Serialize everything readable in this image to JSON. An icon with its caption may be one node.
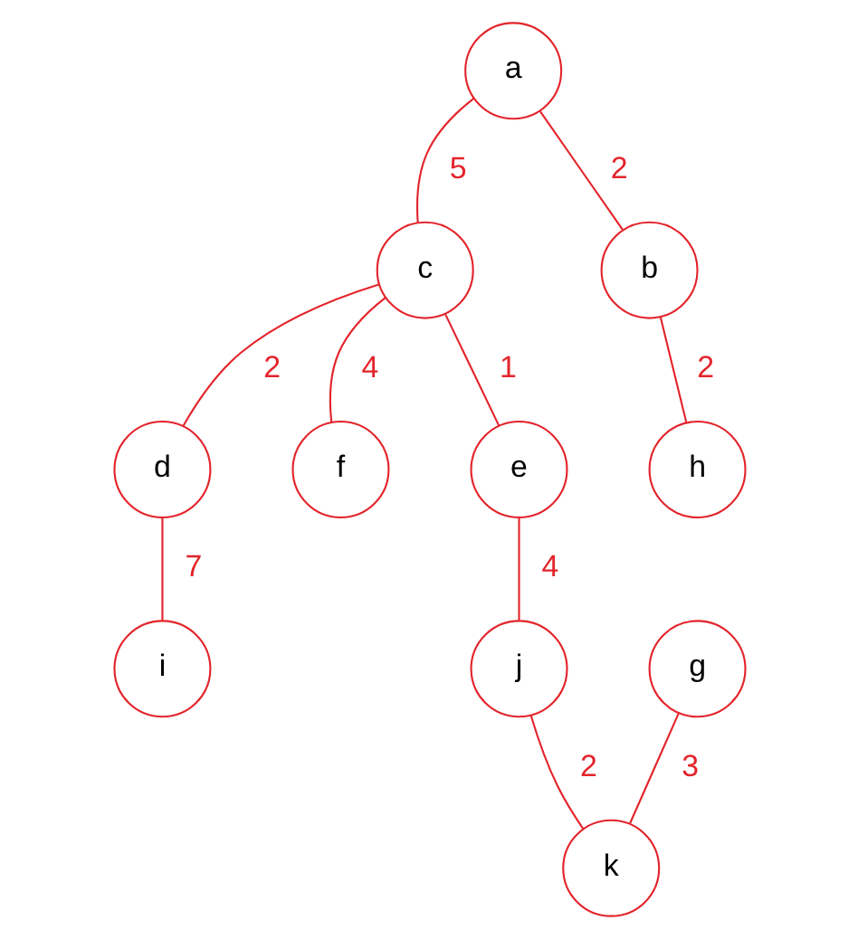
{
  "diagram": {
    "nodes": [
      {
        "text": [
          "a"
        ]
      },
      {
        "text": [
          "c"
        ]
      },
      {
        "text": [
          "b"
        ]
      },
      {
        "text": [
          "d"
        ]
      },
      {
        "text": [
          "f"
        ]
      },
      {
        "text": [
          "h"
        ]
      },
      {
        "text": [
          "e"
        ]
      },
      {
        "text": [
          "g"
        ]
      },
      {
        "text": [
          "i"
        ]
      },
      {
        "text": [
          "j"
        ]
      },
      {
        "text": [
          "k"
        ]
      }
    ],
    "edges": [
      {
        "from": 0,
        "to": 1,
        "arrow": "none",
        "label": "5"
      },
      {
        "from": 0,
        "to": 2,
        "arrow": "none",
        "label": "2"
      },
      {
        "from": 1,
        "to": 3,
        "arrow": "none",
        "label": "2"
      },
      {
        "from": 1,
        "to": 6,
        "arrow": "none",
        "label": "1"
      },
      {
        "from": 1,
        "to": 4,
        "arrow": "none",
        "label": "4"
      },
      {
        "from": 2,
        "to": 5,
        "arrow": "none",
        "label": "2"
      },
      {
        "from": 3,
        "to": 8,
        "arrow": "none",
        "label": "7"
      },
      {
        "from": 6,
        "to": 9,
        "arrow": "none",
        "label": "4"
      },
      {
        "from": 7,
        "to": 10,
        "arrow": "none",
        "label": "3"
      },
      {
        "from": 9,
        "to": 10,
        "arrow": "none",
        "label": "2"
      }
    ]
  }
}
